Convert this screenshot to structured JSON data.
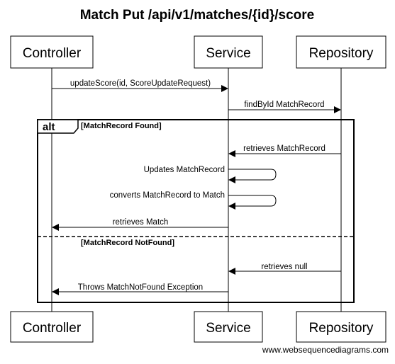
{
  "title": "Match Put /api/v1/matches/{id}/score",
  "participants": [
    "Controller",
    "Service",
    "Repository"
  ],
  "fragment": {
    "operator": "alt",
    "guards": [
      "[MatchRecord Found]",
      "[MatchRecord NotFound]"
    ]
  },
  "messages": [
    {
      "from": 0,
      "to": 1,
      "label": "updateScore(id, ScoreUpdateRequest)"
    },
    {
      "from": 1,
      "to": 2,
      "label": "findById MatchRecord"
    },
    {
      "from": 2,
      "to": 1,
      "label": "retrieves MatchRecord"
    },
    {
      "from": 1,
      "to": 1,
      "label": "Updates MatchRecord"
    },
    {
      "from": 1,
      "to": 1,
      "label": "converts MatchRecord to Match"
    },
    {
      "from": 1,
      "to": 0,
      "label": "retrieves Match"
    },
    {
      "from": 2,
      "to": 1,
      "label": "retrieves null"
    },
    {
      "from": 1,
      "to": 0,
      "label": "Throws MatchNotFound Exception"
    }
  ],
  "footer": "www.websequencediagrams.com"
}
